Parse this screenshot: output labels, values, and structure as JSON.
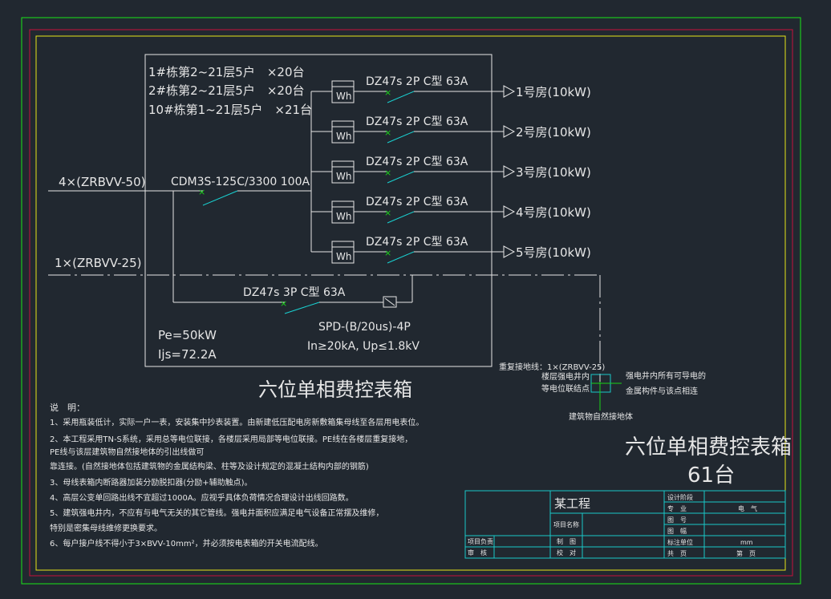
{
  "colors": {
    "background": "#212830",
    "border_green": "#19e619",
    "border_red": "#c8103c",
    "border_yellow": "#e6e619",
    "line_white": "#e6e6e6",
    "breaker_cyan": "#19d2d2",
    "cross_green": "#19d219",
    "table_cyan": "#19c8c8"
  },
  "box_header": [
    "1#栋第2~21层5户　×20台",
    "2#栋第2~21层5户　×20台",
    "10#栋第1~21层5户　×21台"
  ],
  "incoming": {
    "main_cable": "4×(ZRBVV-50)",
    "pe_cable": "1×(ZRBVV-25)",
    "main_breaker": "CDM3S-125C/3300 100A"
  },
  "meter_label": "Wh",
  "branches": [
    {
      "breaker": "DZ47s 2P C型 63A",
      "load": "1号房(10kW)"
    },
    {
      "breaker": "DZ47s 2P C型 63A",
      "load": "2号房(10kW)"
    },
    {
      "breaker": "DZ47s 2P C型 63A",
      "load": "3号房(10kW)"
    },
    {
      "breaker": "DZ47s 2P C型 63A",
      "load": "4号房(10kW)"
    },
    {
      "breaker": "DZ47s 2P C型 63A",
      "load": "5号房(10kW)"
    }
  ],
  "spd": {
    "breaker": "DZ47s 3P C型 63A",
    "model": "SPD-(B/20us)-4P",
    "rating": "In≥20kA, Up≤1.8kV"
  },
  "power": {
    "pe": "Pe=50kW",
    "ijs": "Ijs=72.2A"
  },
  "box_title": "六位单相费控表箱",
  "grounding": {
    "repeat_ground": "重复接地线：1×(ZRBVV-25)",
    "bonding_point_1": "楼层强电井内",
    "bonding_point_2": "等电位联结点",
    "metal_parts_1": "强电井内所有可导电的",
    "metal_parts_2": "金属构件与该点相连",
    "natural_earth": "建筑物自然接地体"
  },
  "notes": {
    "heading": "说　明：",
    "lines": [
      "1、采用瓶装低计，实际一户一表，安装集中抄表装置。由新建低压配电房新敷箱集母线至各层用电表位。",
      "2、本工程采用TN-S系统，采用总等电位联接，各楼层采用局部等电位联接。PE线在各楼层重复接地，",
      "PE线与该层建筑物自然接地体的引出线做可",
      "靠连接。(自然接地体包括建筑物的金属结构梁、柱等及设计规定的混凝土结构内部的钢筋)",
      "3、母线表箱内断路器加装分励脱扣器(分励+辅助触点)。",
      "4、高层公变单回路出线不宜超过1000A。应视乎具体负荷情况合理设计出线回路数。",
      "5、建筑强电井内，不应有与电气无关的其它管线。强电井面积应满足电气设备正常摆及维修，",
      "特别是密集母线维修更换要求。",
      "6、每户接户线不得小于3×BVV-10mm²，并必须按电表箱的开关电流配线。"
    ]
  },
  "big_title": {
    "line1": "六位单相费控表箱",
    "line2": "61台"
  },
  "title_block": {
    "project_name": "某工程",
    "project_label": "项目名称",
    "left_row1": "项目负责",
    "left_row2": "审　核",
    "mid_row1": "制　图",
    "mid_row2": "校　对",
    "right_labels": [
      "设计阶段",
      "专　业",
      "图　号",
      "图　幅",
      "标注单位",
      "共　页"
    ],
    "right_values": [
      "",
      "电　气",
      "",
      "",
      "mm",
      "第　页"
    ]
  }
}
